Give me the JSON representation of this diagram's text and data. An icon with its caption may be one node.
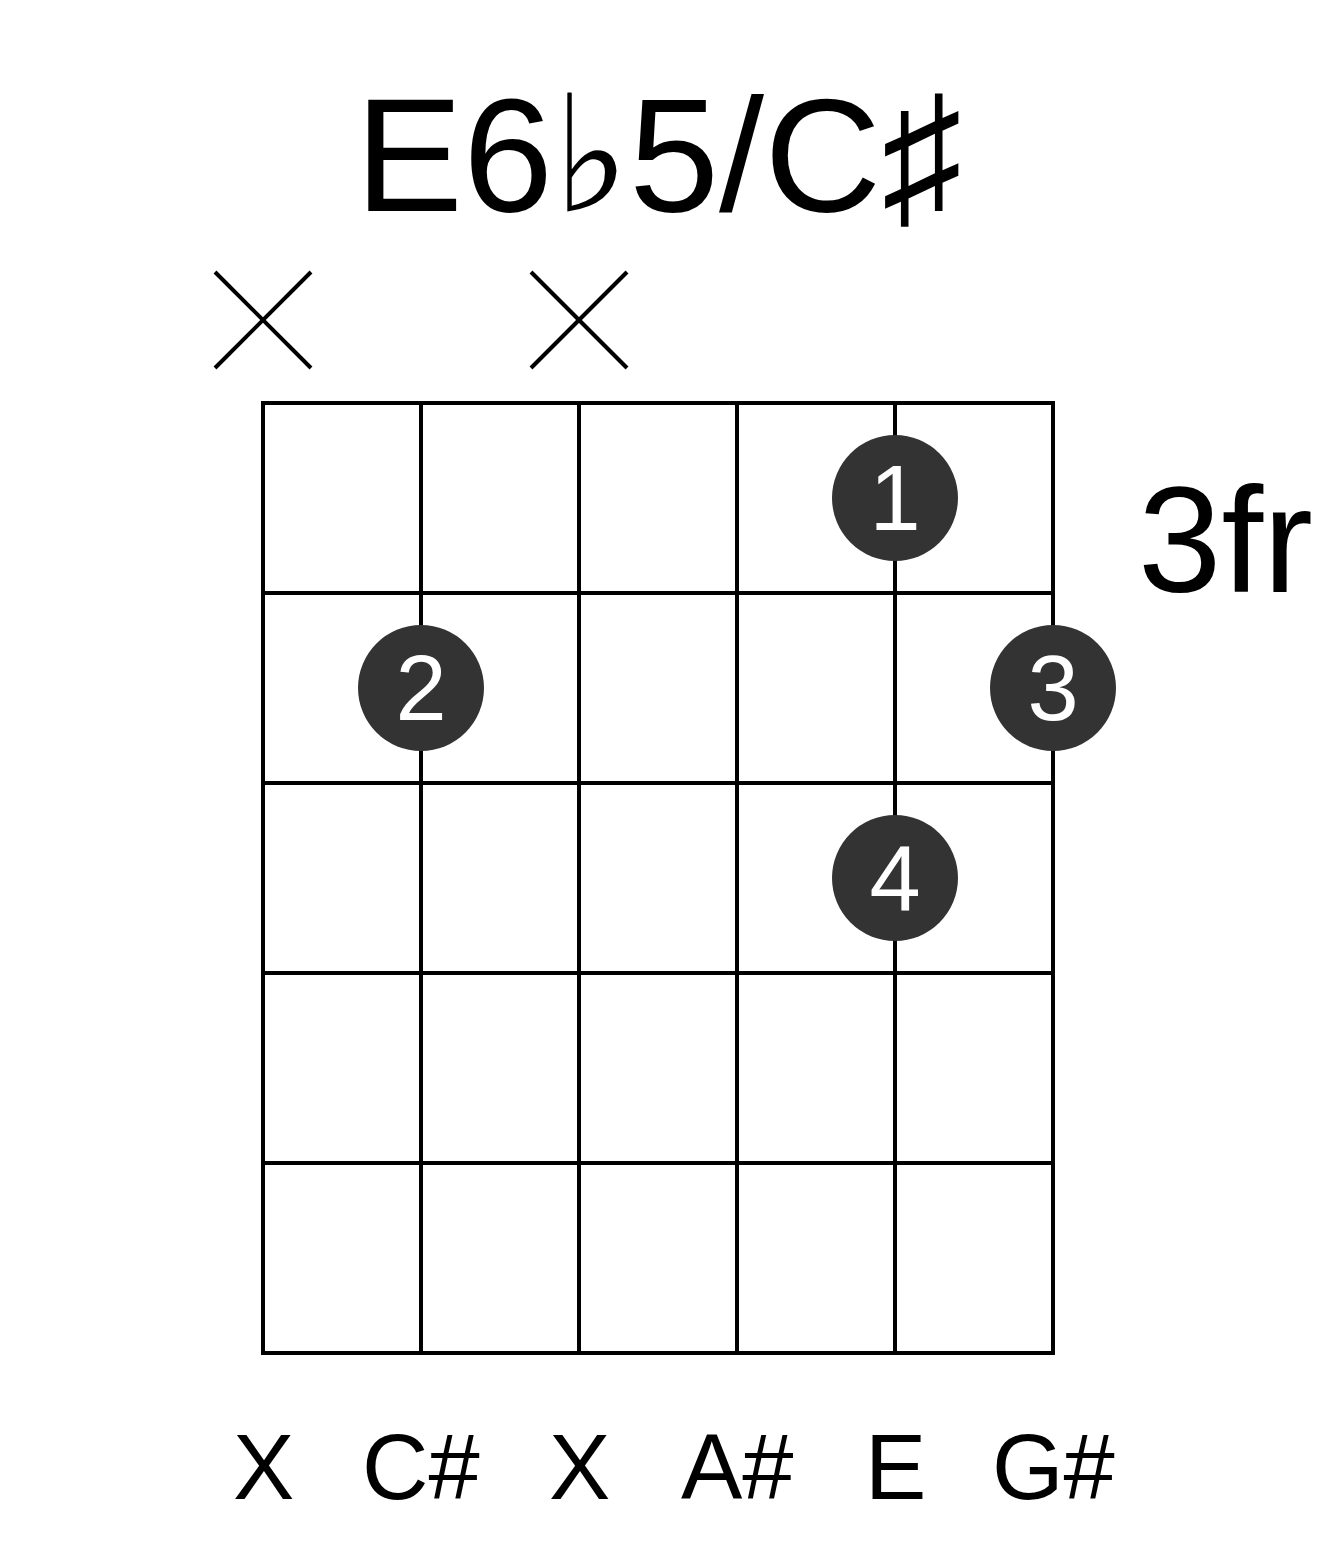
{
  "diagram": {
    "title": "E6♭5/C♯",
    "nodes": [
      {
        "text": [
          "1"
        ]
      },
      {
        "text": [
          "2"
        ]
      },
      {
        "text": [
          "3"
        ]
      },
      {
        "text": [
          "4"
        ]
      }
    ],
    "labels": [
      "3fr",
      "X",
      "C#",
      "X",
      "A#",
      "E",
      "G#"
    ]
  }
}
